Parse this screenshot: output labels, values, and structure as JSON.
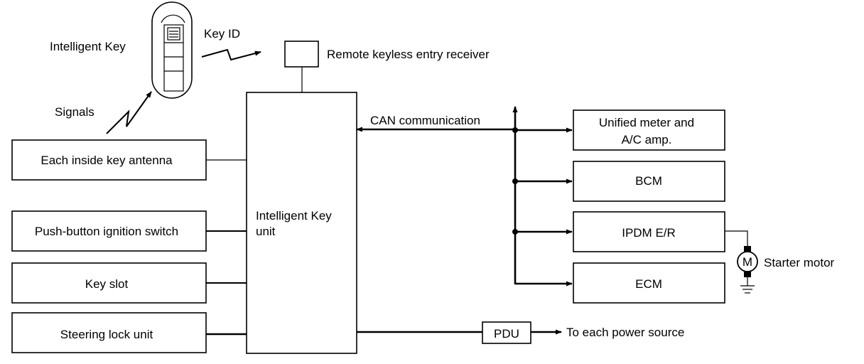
{
  "labels": {
    "intelligent_key": "Intelligent Key",
    "key_id": "Key ID",
    "signals": "Signals",
    "remote_receiver": "Remote keyless entry receiver",
    "can_communication": "CAN communication",
    "to_each_power_source": "To each power source",
    "starter_motor": "Starter motor",
    "motor_symbol": "M"
  },
  "left_boxes": [
    "Each inside key antenna",
    "Push-button ignition switch",
    "Key slot",
    "Steering lock unit"
  ],
  "center_unit": {
    "line1": "Intelligent Key",
    "line2": "unit"
  },
  "right_boxes": {
    "meter_line1": "Unified meter and",
    "meter_line2": "A/C amp.",
    "bcm": "BCM",
    "ipdm": "IPDM E/R",
    "ecm": "ECM"
  },
  "pdu": "PDU"
}
